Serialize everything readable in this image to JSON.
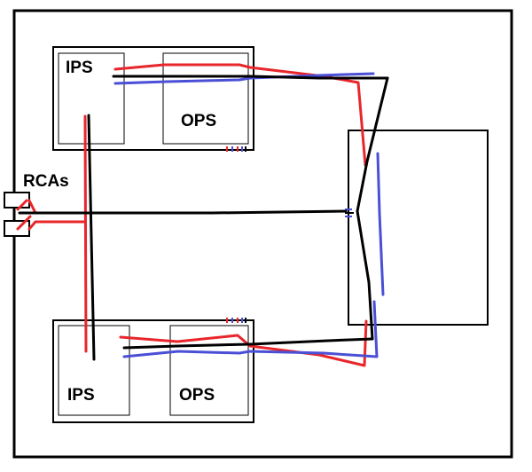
{
  "labels": {
    "rcas": "RCAs",
    "top_ips": "IPS",
    "top_ops": "OPS",
    "bottom_ips": "IPS",
    "bottom_ops": "OPS"
  },
  "colors": {
    "background": "#ffffff",
    "outline": "#000000",
    "wire_red": "#e8262b",
    "wire_blue": "#4a4fd6",
    "wire_black": "#000000"
  }
}
